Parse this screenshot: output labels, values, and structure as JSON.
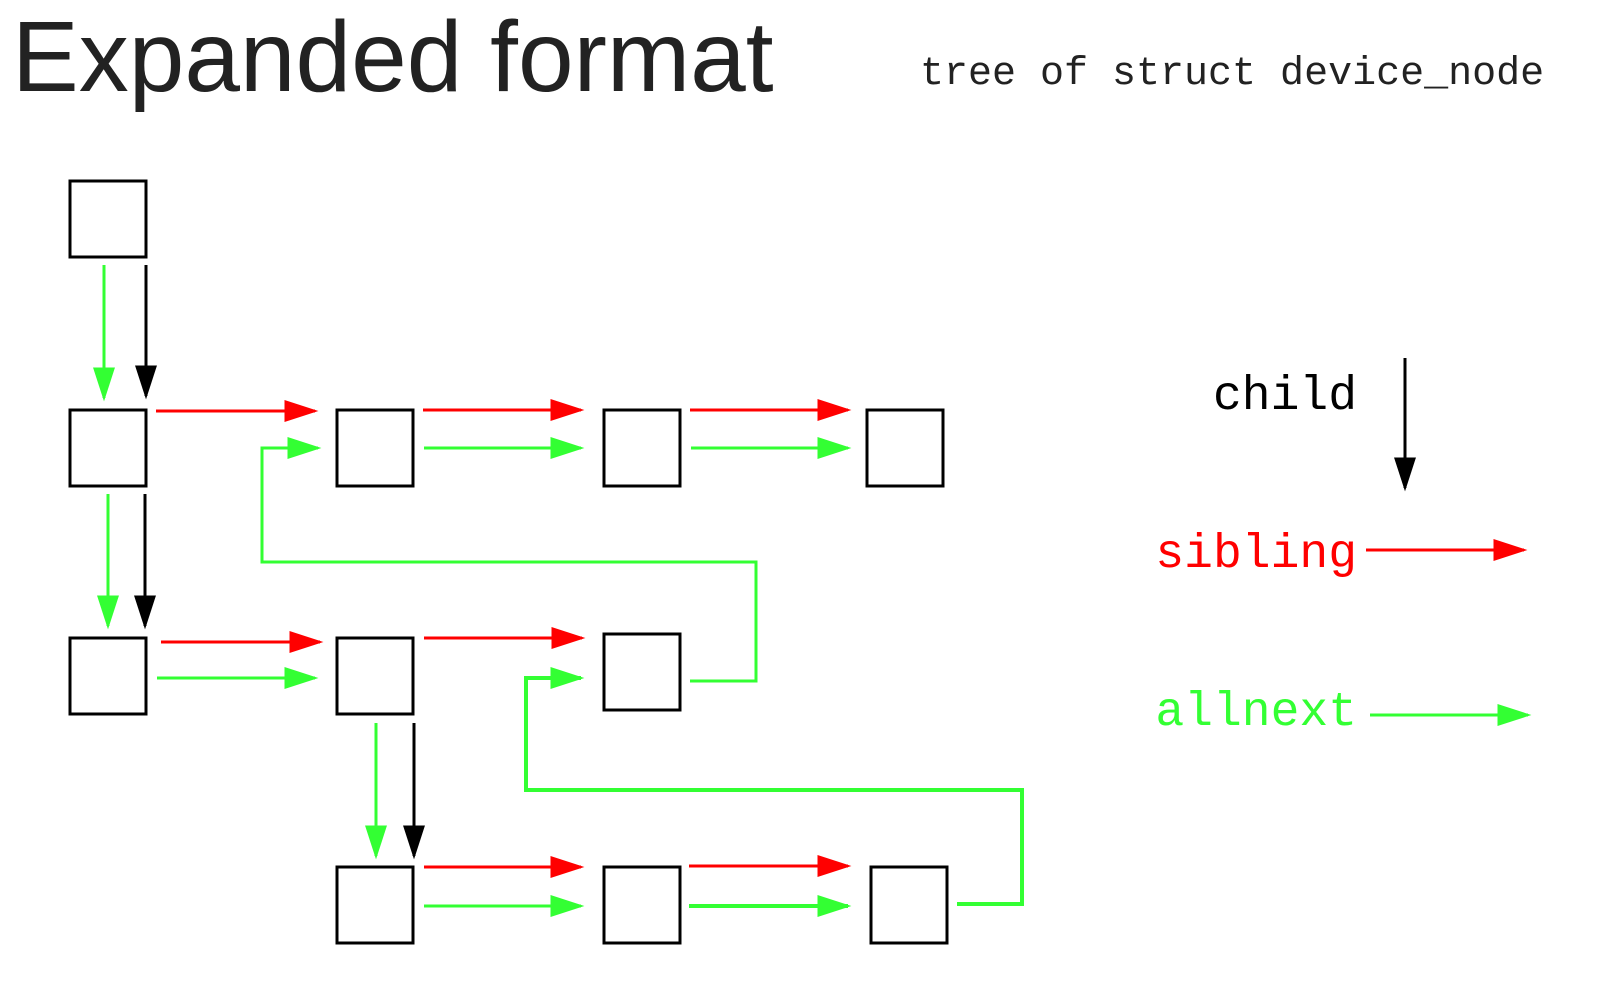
{
  "title": "Expanded format",
  "subtitle": "tree of struct device_node",
  "colors": {
    "child": "#000000",
    "sibling": "#ff0000",
    "allnext": "#33ff33",
    "node_border": "#000000",
    "title_text": "#222222"
  },
  "legend": {
    "child_label": "child",
    "sibling_label": "sibling",
    "allnext_label": "allnext"
  },
  "nodes": [
    {
      "id": "root"
    },
    {
      "id": "r1c0"
    },
    {
      "id": "r1c1"
    },
    {
      "id": "r1c2"
    },
    {
      "id": "r1c3"
    },
    {
      "id": "r2c0"
    },
    {
      "id": "r2c1"
    },
    {
      "id": "r2c2"
    },
    {
      "id": "r3c1"
    },
    {
      "id": "r3c2"
    },
    {
      "id": "r3c3"
    }
  ],
  "edges": [
    {
      "type": "allnext",
      "from": "root",
      "to": "r1c0"
    },
    {
      "type": "child",
      "from": "root",
      "to": "r1c0"
    },
    {
      "type": "sibling",
      "from": "r1c0",
      "to": "r1c1"
    },
    {
      "type": "allnext",
      "from": "r1c0",
      "to": "r2c0"
    },
    {
      "type": "child",
      "from": "r1c0",
      "to": "r2c0"
    },
    {
      "type": "sibling",
      "from": "r1c1",
      "to": "r1c2"
    },
    {
      "type": "allnext",
      "from": "r1c1",
      "to": "r1c2"
    },
    {
      "type": "sibling",
      "from": "r1c2",
      "to": "r1c3"
    },
    {
      "type": "allnext",
      "from": "r1c2",
      "to": "r1c3"
    },
    {
      "type": "sibling",
      "from": "r2c0",
      "to": "r2c1"
    },
    {
      "type": "allnext",
      "from": "r2c0",
      "to": "r2c1"
    },
    {
      "type": "sibling",
      "from": "r2c1",
      "to": "r2c2"
    },
    {
      "type": "allnext",
      "from": "r2c1",
      "to": "r3c1"
    },
    {
      "type": "child",
      "from": "r2c1",
      "to": "r3c1"
    },
    {
      "type": "allnext",
      "from": "r2c2",
      "to": "r1c1"
    },
    {
      "type": "sibling",
      "from": "r3c1",
      "to": "r3c2"
    },
    {
      "type": "allnext",
      "from": "r3c1",
      "to": "r3c2"
    },
    {
      "type": "sibling",
      "from": "r3c2",
      "to": "r3c3"
    },
    {
      "type": "allnext",
      "from": "r3c2",
      "to": "r3c3"
    },
    {
      "type": "allnext",
      "from": "r3c3",
      "to": "r2c2"
    }
  ]
}
